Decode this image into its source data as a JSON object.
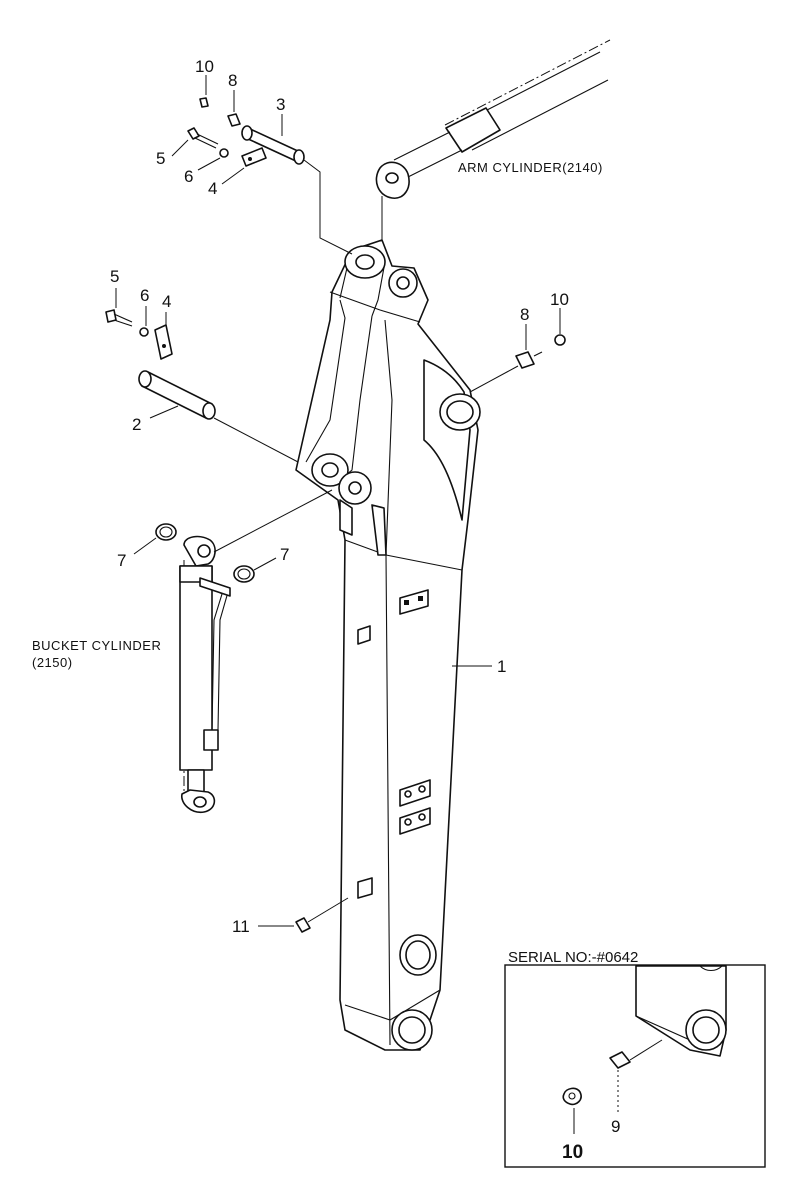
{
  "callouts": {
    "c1": "1",
    "c2": "2",
    "c3": "3",
    "c4a": "4",
    "c4b": "4",
    "c5a": "5",
    "c5b": "5",
    "c6a": "6",
    "c6b": "6",
    "c7a": "7",
    "c7b": "7",
    "c8a": "8",
    "c8b": "8",
    "c9": "9",
    "c10a": "10",
    "c10b": "10",
    "c10c": "10",
    "c11": "11"
  },
  "labels": {
    "arm_cylinder": "ARM CYLINDER(2140)",
    "bucket_cylinder_line1": "BUCKET CYLINDER",
    "bucket_cylinder_line2": "(2150)"
  },
  "inset": {
    "serial": "SERIAL NO:-#0642"
  },
  "colors": {
    "ink": "#111111",
    "paper": "#ffffff"
  }
}
